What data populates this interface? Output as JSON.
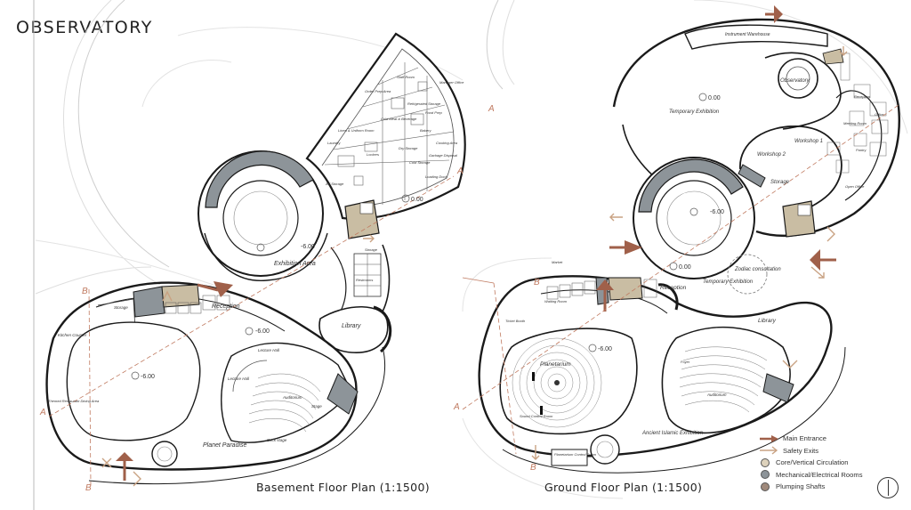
{
  "title": "OBSERVATORY",
  "captions": {
    "basement": "Basement Floor Plan (1:1500)",
    "ground": "Ground Floor Plan (1:1500)"
  },
  "levels": {
    "basement_center": "-6.00",
    "basement_side": "-6.00",
    "basement_left": "-6.00",
    "basement_service": "0.00",
    "ground_top": "0.00",
    "ground_center": "-6.00",
    "ground_mid": "0.00",
    "ground_planet": "-6.00"
  },
  "section_marks": {
    "a": "A",
    "b": "B"
  },
  "basement_rooms": {
    "exhibition": "Exhibition Area",
    "reception": "Reception",
    "library": "Library",
    "planet_paradise": "Planet Paradise",
    "auditorium": "Auditorium",
    "lecture_hall": "Lecture Hall",
    "lecture_hall_2": "Lecture Hall",
    "stage": "Stage",
    "back_stage": "Back stage",
    "kitchen": "Kitchen Counter",
    "dining": "Themed Restaurant Dining Area",
    "storage": "Storage",
    "staff_room": "Staff Room",
    "order_prep": "Order Prep Area",
    "refrigerated": "Refrigerated Storage",
    "linen": "Linen & Uniform Room",
    "cold_meat": "Cold Meat & Beverage",
    "food_prep": "Food Prep",
    "bakery": "Bakery",
    "cooking": "Cooking Area",
    "laundry": "Laundry",
    "dry_storage": "Dry Storage",
    "cold_storage": "Cold Storage",
    "loading": "Loading Dock",
    "lockers": "Lockers",
    "manager": "Manager Office",
    "garbage": "Garbage Disposal",
    "av": "AV Storage",
    "storage_small": "Storage",
    "restrooms": "Restrooms"
  },
  "ground_rooms": {
    "instrument": "Instrument Warehouse",
    "observatory": "Observatory",
    "temp_ex": "Temporary Exhibition",
    "temp_ex_2": "Temporary Exhibition",
    "workshop1": "Workshop 1",
    "workshop2": "Workshop 2",
    "storage": "Storage",
    "zodiac": "Zodiac consultation",
    "reception": "Reception",
    "library": "Library",
    "planetarium": "Planetarium",
    "ancient": "Ancient Islamic Exhibition",
    "control": "Planetarium Control Room",
    "auditorium": "Auditorium",
    "waiting_room": "Waiting Room",
    "sound_room": "Sound Control Room",
    "office": "Office",
    "foyer": "Foyer",
    "open_office": "Open Office",
    "meeting": "Meeting Room",
    "reception_desk": "Reception",
    "pantry": "Pantry",
    "ticket": "Ticket Booth",
    "market": "Market"
  },
  "legend": [
    {
      "type": "arrow",
      "label": "Main Entrance",
      "color": "#a0604a"
    },
    {
      "type": "arrow-outline",
      "label": "Safety Exits",
      "color": "#c9a283"
    },
    {
      "type": "dot",
      "label": "Core/Vertical Circulation",
      "color": "#ddd2bc"
    },
    {
      "type": "dot",
      "label": "Mechanical/Electrical Rooms",
      "color": "#8d9499"
    },
    {
      "type": "dot",
      "label": "Plumping Shafts",
      "color": "#a08a7c"
    }
  ],
  "colors": {
    "wall": "#1a1a1a",
    "mech": "#8d9499",
    "core": "#c9bda3",
    "plumbing": "#a08a7c",
    "accent": "#a0604a",
    "section_line": "#c07a60",
    "thin": "#9a9a9a"
  }
}
